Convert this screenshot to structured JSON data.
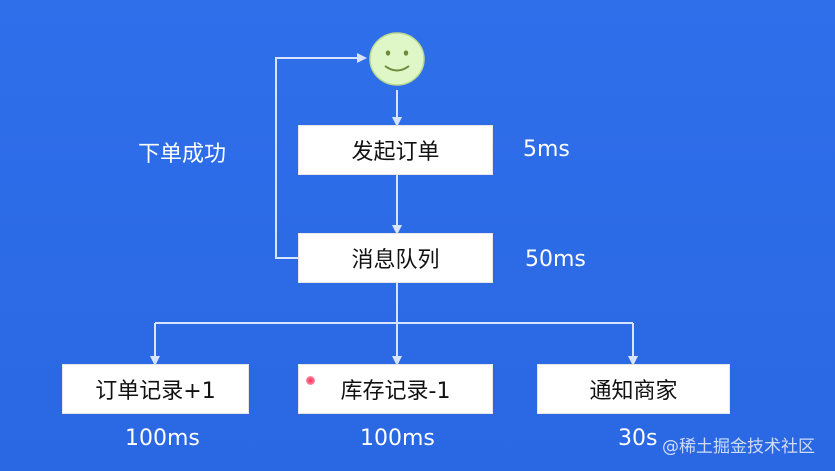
{
  "colors": {
    "background": "#2e6be6",
    "box_fill": "#ffffff",
    "line": "#d7e4ff",
    "text_light": "#ffffff",
    "face_fill": "#dff7c7"
  },
  "icons": {
    "user": "smiley-face-icon",
    "arrow": "arrow-down-icon",
    "marker": "red-dot-icon"
  },
  "diagram": {
    "success_label": "下单成功",
    "nodes": {
      "initiate_order": "发起订单",
      "message_queue": "消息队列",
      "order_record": "订单记录+1",
      "inventory_record": "库存记录-1",
      "notify_merchant": "通知商家"
    },
    "timings": {
      "initiate_order": "5ms",
      "message_queue": "50ms",
      "order_record": "100ms",
      "inventory_record": "100ms",
      "notify_merchant": "30s"
    }
  },
  "watermark": "@稀土掘金技术社区"
}
